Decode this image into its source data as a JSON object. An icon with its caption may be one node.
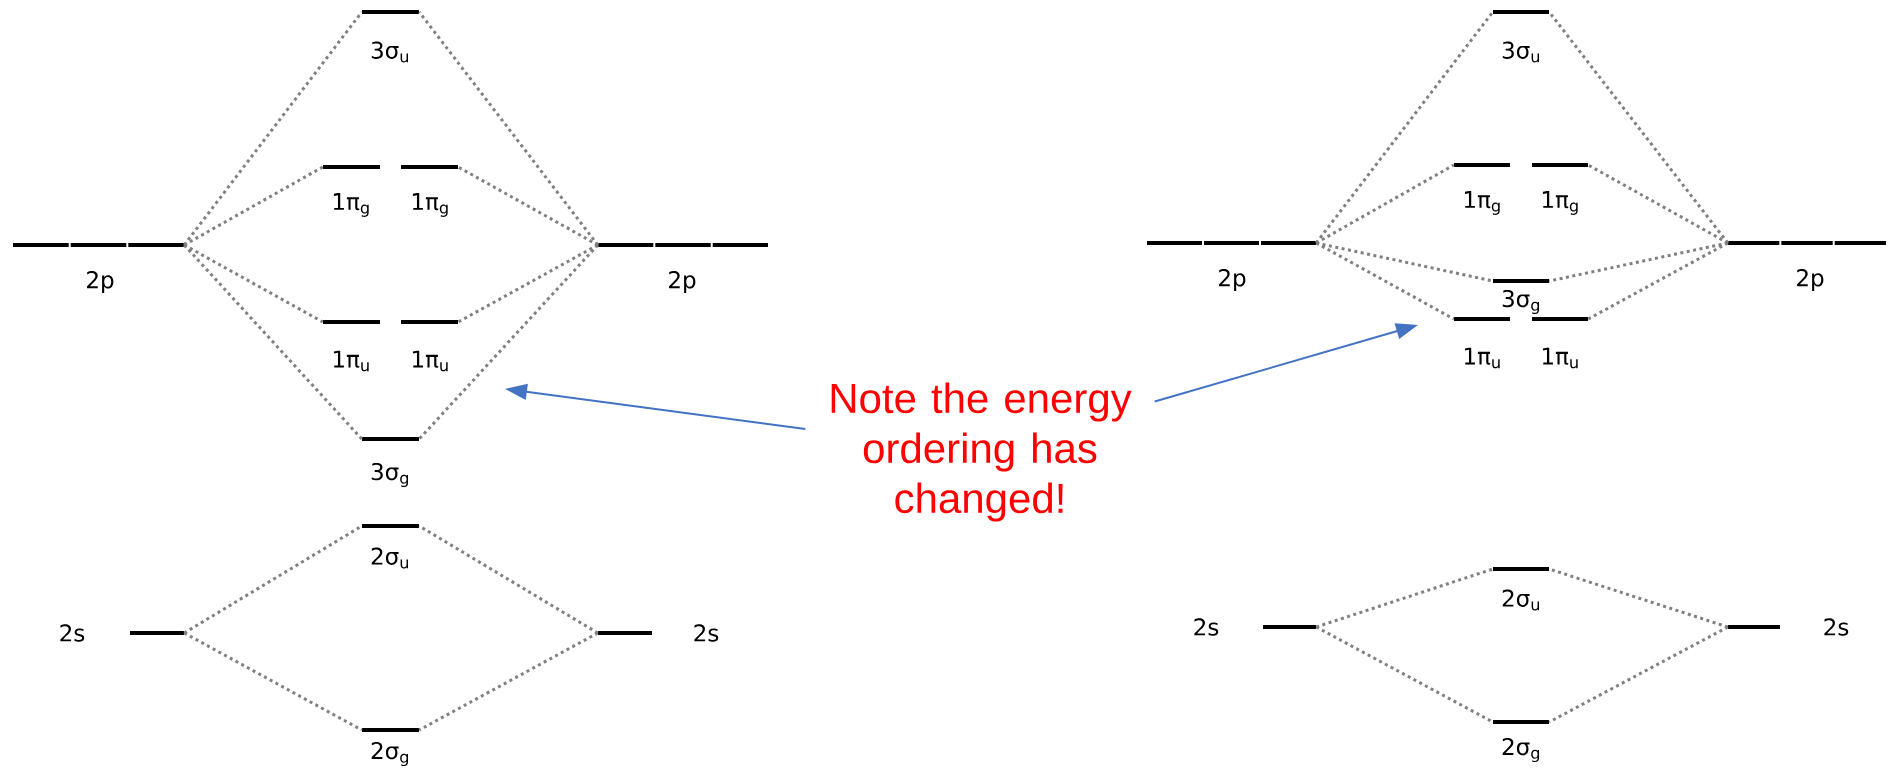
{
  "diagram": {
    "nodes": [
      {
        "text": [
          "2p"
        ]
      },
      {
        "text": [
          "3σ$_{u}$"
        ]
      },
      {
        "text": [
          "1π$_{g}$"
        ]
      },
      {
        "text": [
          "1π$_{g}$"
        ]
      },
      {
        "text": [
          "2p"
        ]
      },
      {
        "text": [
          "1π$_{u}$"
        ]
      },
      {
        "text": [
          "1π$_{u}$"
        ]
      },
      {
        "text": [
          "3σ$_{g}$"
        ]
      },
      {
        "text": [
          "2σ$_{u}$"
        ]
      },
      {
        "text": [
          "2s"
        ]
      },
      {
        "text": [
          "2s"
        ]
      },
      {
        "text": [
          "2σ$_{g}$"
        ]
      },
      {
        "text": [
          "Note the energy ordering has changed!"
        ]
      },
      {
        "text": [
          "3σ$_{u}$"
        ]
      },
      {
        "text": [
          "1π$_{g}$"
        ]
      },
      {
        "text": [
          "1π$_{g}$"
        ]
      },
      {
        "text": [
          "2p"
        ]
      },
      {
        "text": [
          "2p"
        ]
      },
      {
        "text": [
          "3σ$_{g}$"
        ]
      },
      {
        "text": [
          "1π$_{u}$"
        ]
      },
      {
        "text": [
          "1π$_{u}$"
        ]
      },
      {
        "text": [
          "2σ$_{u}$"
        ]
      },
      {
        "text": [
          "2s"
        ]
      },
      {
        "text": [
          "2s"
        ]
      },
      {
        "text": [
          "2σ$_{g}$"
        ]
      }
    ],
    "edges": [
      {
        "from": 0,
        "to": 1,
        "arrow": "none",
        "style": "dashed"
      },
      {
        "from": 0,
        "to": 2,
        "arrow": "none",
        "style": "dashed"
      },
      {
        "from": 0,
        "to": 5,
        "arrow": "none",
        "style": "dashed"
      },
      {
        "from": 0,
        "to": 7,
        "arrow": "none",
        "style": "dashed"
      },
      {
        "from": 4,
        "to": 1,
        "arrow": "none",
        "style": "dashed"
      },
      {
        "from": 4,
        "to": 3,
        "arrow": "none",
        "style": "dashed"
      },
      {
        "from": 4,
        "to": 6,
        "arrow": "none",
        "style": "dashed"
      },
      {
        "from": 4,
        "to": 7,
        "arrow": "none",
        "style": "dashed"
      },
      {
        "from": 9,
        "to": 8,
        "arrow": "none",
        "style": "dashed"
      },
      {
        "from": 9,
        "to": 11,
        "arrow": "none",
        "style": "dashed"
      },
      {
        "from": 10,
        "to": 8,
        "arrow": "none",
        "style": "dashed"
      },
      {
        "from": 10,
        "to": 11,
        "arrow": "none",
        "style": "dashed"
      },
      {
        "from": 16,
        "to": 13,
        "arrow": "none",
        "style": "dashed"
      },
      {
        "from": 16,
        "to": 14,
        "arrow": "none",
        "style": "dashed"
      },
      {
        "from": 16,
        "to": 18,
        "arrow": "none",
        "style": "dashed"
      },
      {
        "from": 16,
        "to": 19,
        "arrow": "none",
        "style": "dashed"
      },
      {
        "from": 17,
        "to": 13,
        "arrow": "none",
        "style": "dashed"
      },
      {
        "from": 17,
        "to": 15,
        "arrow": "none",
        "style": "dashed"
      },
      {
        "from": 17,
        "to": 18,
        "arrow": "none",
        "style": "dashed"
      },
      {
        "from": 17,
        "to": 20,
        "arrow": "none",
        "style": "dashed"
      },
      {
        "from": 22,
        "to": 21,
        "arrow": "none",
        "style": "dashed"
      },
      {
        "from": 22,
        "to": 24,
        "arrow": "none",
        "style": "dashed"
      },
      {
        "from": 23,
        "to": 21,
        "arrow": "none",
        "style": "dashed"
      },
      {
        "from": 23,
        "to": 24,
        "arrow": "none",
        "style": "dashed"
      },
      {
        "from": 12,
        "to": null,
        "arrow": "to",
        "color": "#4472c4"
      },
      {
        "from": 12,
        "to": null,
        "arrow": "to",
        "color": "#4472c4"
      }
    ]
  }
}
